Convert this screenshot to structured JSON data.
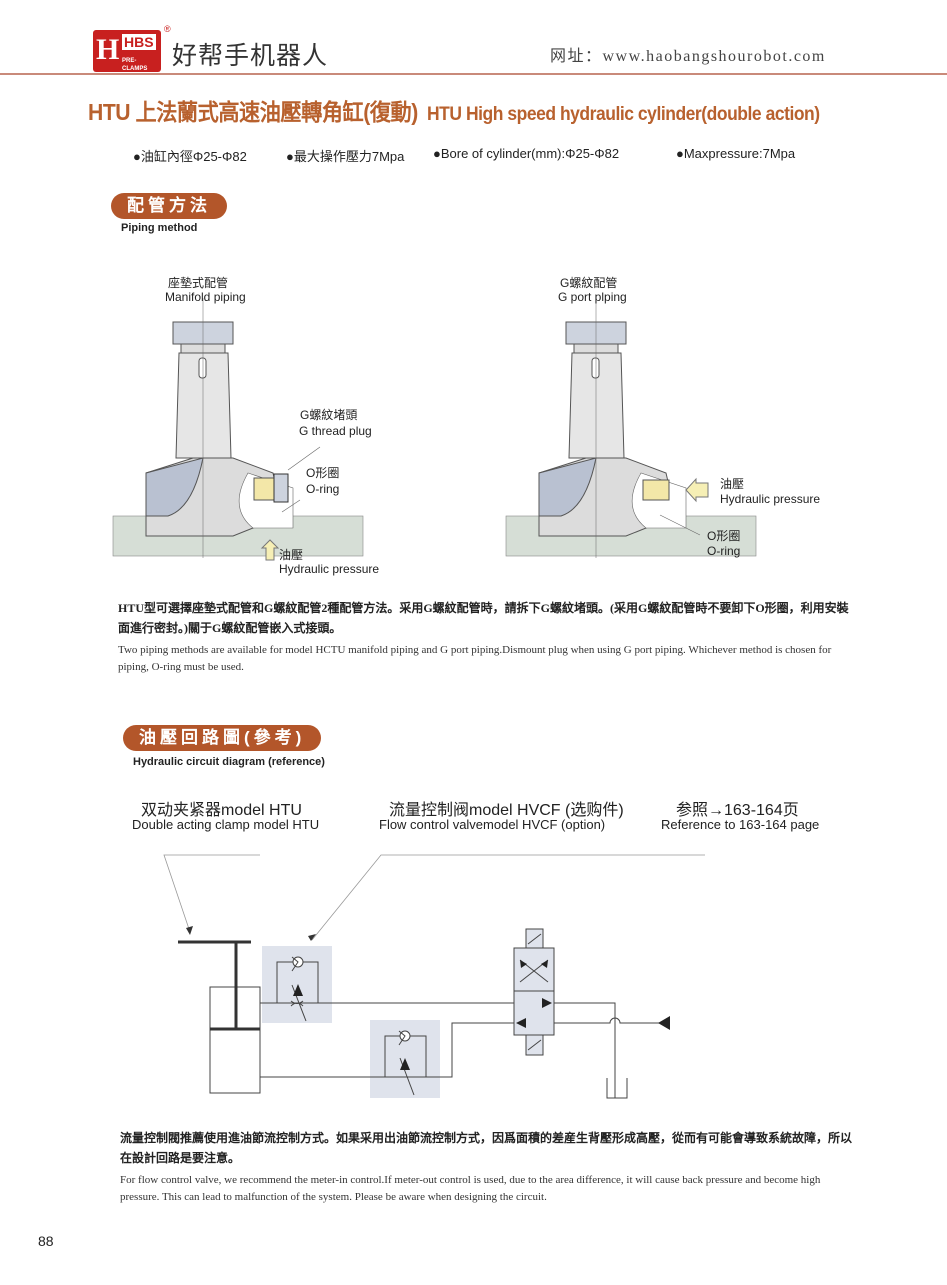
{
  "header": {
    "logo_letters": "HBS",
    "logo_sub": "PRE-CLAMPS",
    "logo_h": "H",
    "registered": "®",
    "brand": "好帮手机器人",
    "url": "网址：www.haobangshourobot.com"
  },
  "title": {
    "cn": "HTU 上法蘭式高速油壓轉角缸(復動)",
    "en": "HTU High speed hydraulic cylinder(double action)"
  },
  "specs": [
    "●油缸內徑Φ25-Φ82",
    "●最大操作壓力7Mpa",
    "●Bore of cylinder(mm):Φ25-Φ82",
    "●Maxpressure:7Mpa"
  ],
  "piping": {
    "heading": "配管方法",
    "subheading": "Piping method",
    "left": {
      "title_cn": "座墊式配管",
      "title_en": "Manifold piping",
      "plug_cn": "G螺紋堵頭",
      "plug_en": "G thread plug",
      "oring_cn": "O形圈",
      "oring_en": "O-ring",
      "pressure_cn": "油壓",
      "pressure_en": "Hydraulic pressure"
    },
    "right": {
      "title_cn": "G螺紋配管",
      "title_en": "G port plping",
      "pressure_cn": "油壓",
      "pressure_en": "Hydraulic pressure",
      "oring_cn": "O形圈",
      "oring_en": "O-ring"
    },
    "note_cn": "HTU型可選擇座墊式配管和G螺紋配管2種配管方法。采用G螺紋配管時，請拆下G螺紋堵頭。(采用G螺紋配管時不要卸下O形圈，利用安裝面進行密封。)關于G螺紋配管嵌入式接頭。",
    "note_en": "Two piping methods are available for model HCTU manifold piping and G port piping.Dismount plug when using G port piping. Whichever method is chosen for piping, O-ring must be used."
  },
  "circuit": {
    "heading": "油壓回路圖(參考)",
    "subheading": "Hydraulic circuit diagram (reference)",
    "clamp_cn": "双动夹紧器model HTU",
    "clamp_en": "Double acting clamp model  HTU",
    "valve_cn": "流量控制阀model HVCF (选购件)",
    "valve_en": "Flow control valvemodel HVCF (option)",
    "ref_cn": "参照→163-164页",
    "ref_en": "Reference to 163-164 page",
    "note_cn": "流量控制閥推薦使用進油節流控制方式。如果采用出油節流控制方式，因爲面積的差産生背壓形成高壓，從而有可能會導致系統故障，所以在設計回路是要注意。",
    "note_en": "For flow control valve, we recommend the meter-in control.If meter-out control is used, due to the area difference, it will cause back pressure and become high pressure. This can lead to malfunction of the system. Please be aware when designing the circuit."
  },
  "page_number": "88",
  "colors": {
    "accent": "#b3562a",
    "title": "#b8612e",
    "logo": "#c8201f"
  }
}
